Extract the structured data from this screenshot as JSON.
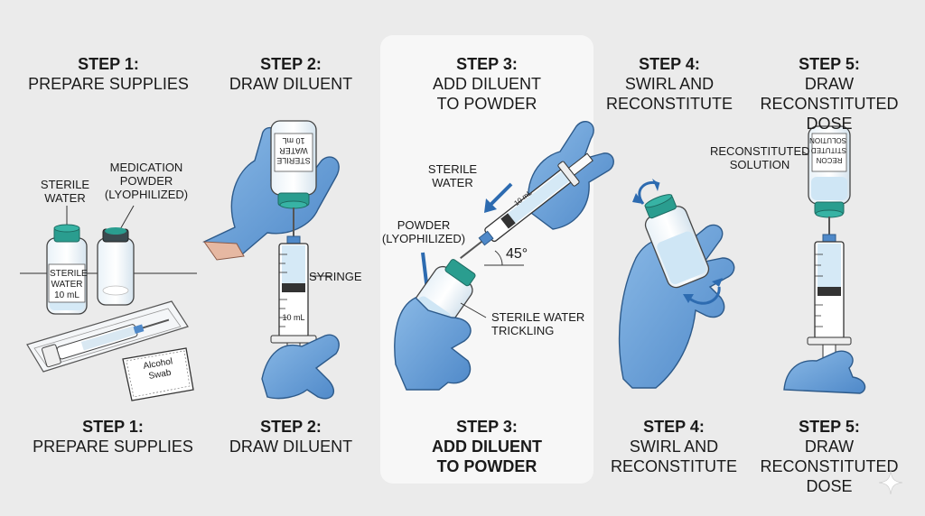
{
  "steps_top": [
    {
      "step": "STEP 1:",
      "name": "PREPARE SUPPLIES"
    },
    {
      "step": "STEP 2:",
      "name": "DRAW DILUENT"
    },
    {
      "step": "STEP 3:",
      "name": "ADD DILUENT\nTO POWDER"
    },
    {
      "step": "STEP 4:",
      "name": "SWIRL AND\nRECONSTITUTE"
    },
    {
      "step": "STEP 5:",
      "name": "DRAW\nRECONSTITUTED DOSE"
    }
  ],
  "steps_bottom": [
    {
      "step": "STEP 1:",
      "name": "PREPARE SUPPLIES"
    },
    {
      "step": "STEP 2:",
      "name": "DRAW DILUENT"
    },
    {
      "step": "STEP 3:",
      "name": "ADD DILUENT\nTO POWDER"
    },
    {
      "step": "STEP 4:",
      "name": "SWIRL AND\nRECONSTITUTE"
    },
    {
      "step": "STEP 5:",
      "name": "DRAW\nRECONSTITUTED\nDOSE"
    }
  ],
  "labels": {
    "sterile_water": "STERILE\nWATER",
    "medication_powder": "MEDICATION\nPOWDER\n(LYOPHILIZED)",
    "vial_label": "STERILE\nWATER\n10 mL",
    "alcohol_swab": "Alcohol\nSwab",
    "syringe": "SYRINGE",
    "vial2_label": "STERILE\nWATER\n10 mL",
    "syringe_mark": "10 mL",
    "step3_sterile_water": "STERILE\nWATER",
    "powder": "POWDER\n(LYOPHILIZED)",
    "angle": "45°",
    "trickling": "STERILE WATER\nTRICKLING",
    "step3_syringe_mark": "10 mL",
    "reconstituted_solution": "RECONSTITUTED\nSOLUTION",
    "recon_vial_label": "RECON\nSTITUTED\nSOLUTION"
  },
  "colors": {
    "glove": "#6ba3dc",
    "glove_dark": "#3d6ea8",
    "vial_cap": "#2a9d8f",
    "liquid": "#cfe6f5",
    "highlight_bg": "#f7f7f7",
    "background": "#ebebeb"
  },
  "icons": [
    "glove-icon",
    "vial-icon",
    "syringe-icon",
    "swab-icon",
    "swirl-arrow-icon",
    "sparkle-icon"
  ]
}
